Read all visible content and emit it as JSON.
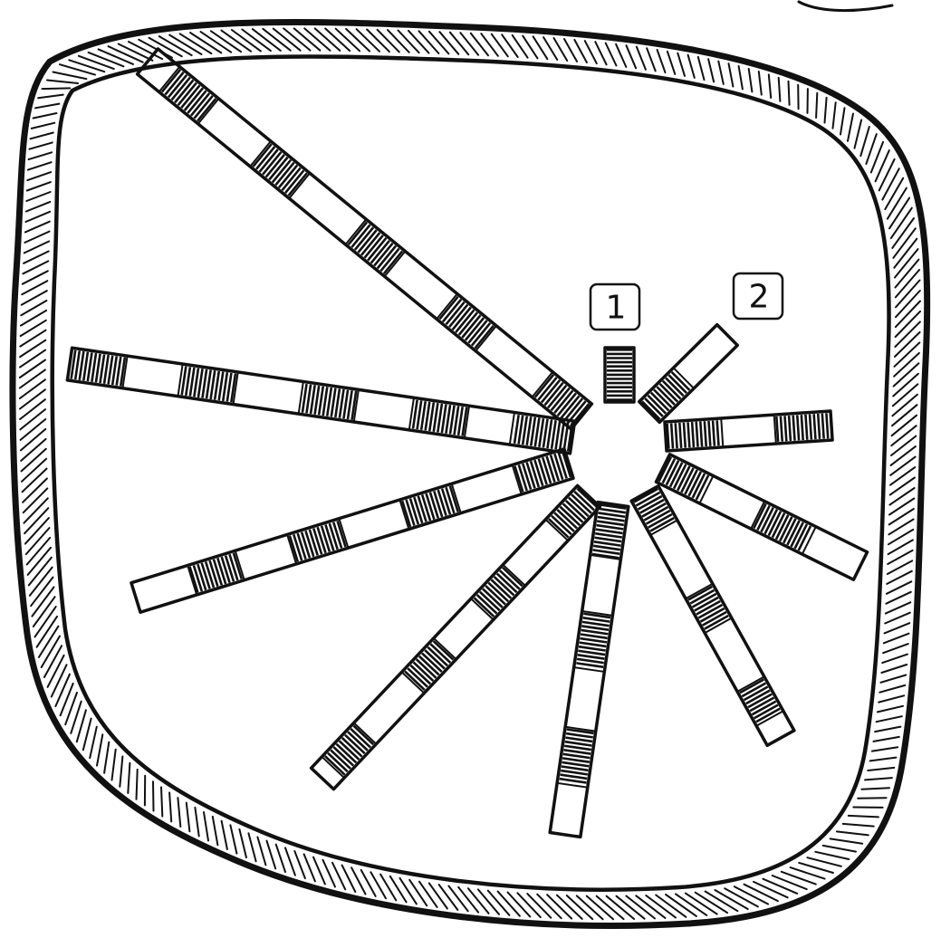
{
  "diagram": {
    "ink_color": "#111111",
    "paper_color": "#ffffff",
    "labels": [
      {
        "id": "1",
        "text": "1"
      },
      {
        "id": "2",
        "text": "2"
      }
    ]
  }
}
